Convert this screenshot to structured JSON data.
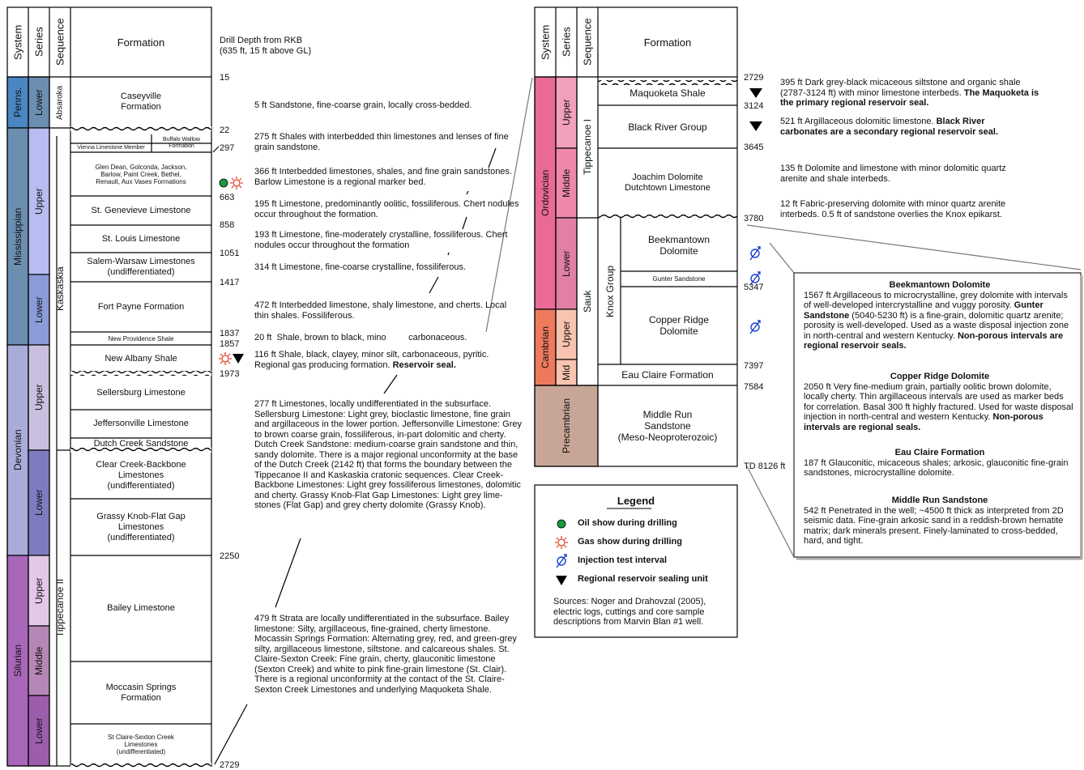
{
  "headers": {
    "system": "System",
    "series": "Series",
    "sequence": "Sequence",
    "formation": "Formation"
  },
  "drill_depth_header": "Drill Depth from RKB\n(635 ft, 15 ft above GL)",
  "left": {
    "systems": [
      "Penns.",
      "Mississippian",
      "Devonian",
      "Silurian"
    ],
    "series": [
      "Lower",
      "Upper",
      "Lower",
      "Upper",
      "Lower",
      "Upper",
      "Middle",
      "Lower"
    ],
    "sequences": [
      "Absaroka",
      "Kaskaskia",
      "Tippecanoe II"
    ],
    "formations": [
      "Caseyville\nFormation",
      "Buffalo Wallow\nFormation",
      "Vienna Limestone Member",
      "Glen Dean, Golconda, Jackson,\nBarlow, Paint Creek, Bethel,\nRenault, Aux Vases Formations",
      "St. Genevieve Limestone",
      "St. Louis Limestone",
      "Salem-Warsaw Limestones\n(undifferentiated)",
      "Fort Payne Formation",
      "New Providence Shale",
      "New Albany Shale",
      "Sellersburg Limestone",
      "Jeffersonville Limestone",
      "Dutch Creek Sandstone",
      "Clear Creek-Backbone\nLimestones\n(undifferentiated)",
      "Grassy Knob-Flat Gap\nLimestones\n(undifferentiated)",
      "Bailey Limestone",
      "Moccasin Springs\nFormation",
      "St Claire-Sexton Creek\nLimestones\n(undifferentiated)"
    ],
    "depths": [
      "15",
      "22",
      "297",
      "663",
      "858",
      "1051",
      "1417",
      "1837",
      "1857",
      "1973",
      "2250",
      "2729"
    ],
    "descriptions": [
      "5 ft  Sandstone, fine-coarse grain, locally cross-bedded.",
      "275 ft  Shales with interbedded thin limestones and lenses of fine grain sandstone.",
      "366 ft  Interbedded limestones, shales, and fine grain sandstones.  Barlow Limestone is a regional marker bed.",
      "195 ft  Limestone, predominantly oolitic, fossiliferous.  Chert nodules occur throughout the formation.",
      "193 ft  Limestone, fine-moderately crystalline, fossiliferous. Chert nodules occur throughout the formation",
      "314 ft  Limestone, fine-coarse crystalline, fossiliferous.",
      "472 ft  Interbedded limestone, shaly limestone, and cherts. Local thin shales.  Fossiliferous.",
      "20 ft  Shale, brown to black, mino         carbonaceous.",
      "116 ft  Shale, black, clayey, minor silt, carbonaceous, pyritic. Regional gas producing formation.",
      "Reservoir seal.",
      "277 ft  Limestones, locally undifferentiated in the subsurface. Sellersburg Limestone: Light grey, bioclastic limestone, fine grain and argillaceous in the lower portion.  Jeffersonville Limestone: Grey to brown coarse grain, fossiliferous, in-part dolomitic and cherty.  Dutch Creek Sandstone: medium-coarse grain sandstone and thin, sandy dolomite.  There is a major regional unconformity at the base of the Dutch Creek (2142 ft) that forms the boundary between the Tippecanoe II and Kaskaskia cratonic sequences.  Clear Creek-Backbone Limestones: Light grey fossiliferous limestones, dolomitic and cherty.  Grassy Knob-Flat Gap Limestones:  Light grey lime-stones (Flat Gap) and grey cherty dolomite (Grassy Knob).",
      "479 ft  Strata are locally undifferentiated in the subsurface. Bailey limestone: Silty, argillaceous, fine-grained, cherty limestone.  Mocassin Springs Formation: Alternating grey, red, and green-grey silty, argillaceous limestone, siltstone. and calcareous shales.  St. Claire-Sexton Creek: Fine grain, cherty, glauconitic limestone (Sexton Creek) and white to pink fine-grain limestone (St. Clair).  There is a regional unconformity at the contact of the St. Claire-Sexton Creek Limestones and underlying Maquoketa Shale."
    ]
  },
  "right": {
    "systems": [
      "Ordovician",
      "Cambrian",
      "Precambrian"
    ],
    "series": [
      "Upper",
      "Middle",
      "Lower",
      "Upper",
      "Mid"
    ],
    "sequences": [
      "Tippecanoe I",
      "Sauk",
      "Knox Group"
    ],
    "formations": [
      "Maquoketa Shale",
      "Black River Group",
      "Joachim Dolomite\nDutchtown Limestone",
      "Beekmantown\nDolomite",
      "Gunter Sandstone",
      "Copper Ridge\nDolomite",
      "Eau Claire Formation",
      "Middle Run\nSandstone\n(Meso-Neoproterozoic)"
    ],
    "depths": [
      "2729",
      "3124",
      "3645",
      "3780",
      "5347",
      "7397",
      "7584",
      "TD 8126 ft"
    ],
    "descriptions": [
      {
        "text": "395 ft  Dark grey-black micaceous siltstone and organic shale (2787-3124 ft) with minor limestone interbeds.",
        "bold": "The Maquoketa is the primary regional reservoir seal."
      },
      {
        "text": "521 ft  Argillaceous dolomitic limestone.",
        "bold": "Black River carbonates are a secondary regional reservoir seal."
      },
      {
        "text": "135 ft  Dolomite and limestone with minor dolomitic quartz arenite and shale interbeds.",
        "bold": ""
      },
      {
        "text": "12 ft  Fabric-preserving dolomite with minor quartz arenite interbeds.  0.5 ft of sandstone overlies the Knox epikarst.",
        "bold": ""
      }
    ]
  },
  "callout": [
    {
      "title": "Beekmantown Dolomite",
      "a": "1567 ft  Argillaceous to microcrystalline, grey  dolomite with intervals of well-developed intercrystalline and vuggy porosity.",
      "b": "Gunter Sandstone",
      "c": "(5040-5230 ft) is a fine-grain, dolomitic quartz arenite; porosity is well-developed.  Used as a waste disposal injection zone in north-central and western Kentucky.",
      "d": "Non-porous intervals are regional reservoir seals."
    },
    {
      "title": "Copper Ridge Dolomite",
      "a": "2050 ft  Very fine-medium grain, partially oolitic brown dolomite, locally cherty.  Thin argillaceous intervals are used as marker beds for correlation.  Basal 300 ft highly fractured. Used for waste disposal injection in north-central and western Kentucky.",
      "b": "",
      "c": "",
      "d": "Non-porous intervals are regional seals."
    },
    {
      "title": "Eau Claire Formation",
      "a": "187 ft  Glauconitic, micaceous shales; arkosic, glauconitic fine-grain sandstones, microcrystalline dolomite.",
      "b": "",
      "c": "",
      "d": ""
    },
    {
      "title": "Middle Run Sandstone",
      "a": "542 ft Penetrated in the well; ~4500 ft thick as interpreted from 2D seismic data.  Fine-grain arkosic sand in a reddish-brown hematite matrix; dark minerals present.  Finely-laminated to cross-bedded, hard, and tight.",
      "b": "",
      "c": "",
      "d": ""
    }
  ],
  "legend": {
    "title": "Legend",
    "items": [
      "Oil show during drilling",
      "Gas show during drilling",
      "Injection test interval",
      "Regional reservoir sealing unit"
    ],
    "sources": "Sources: Noger and Drahovzal (2005), electric logs, cuttings and core sample descriptions from Marvin Blan #1 well."
  },
  "colors": {
    "penns": "#4a86c2",
    "miss_sys": "#6b8eb1",
    "miss_upper": "#b7bdf0",
    "miss_lower": "#8a9bd8",
    "dev_sys": "#a9acd8",
    "dev_upper": "#c9c0e0",
    "dev_lower": "#7e7cc0",
    "sil_sys": "#a967b9",
    "sil_upper": "#e4c8e8",
    "sil_middle": "#b687b6",
    "sil_lower": "#9c5eab",
    "ord_sys": "#e96a95",
    "ord_upper": "#f2a0bc",
    "ord_middle": "#ee88aa",
    "ord_lower": "#e27fa5",
    "camb_sys": "#ee7a5e",
    "camb_upper": "#f8c3af",
    "camb_mid": "#f8c3af",
    "precamb": "#c8a697"
  }
}
